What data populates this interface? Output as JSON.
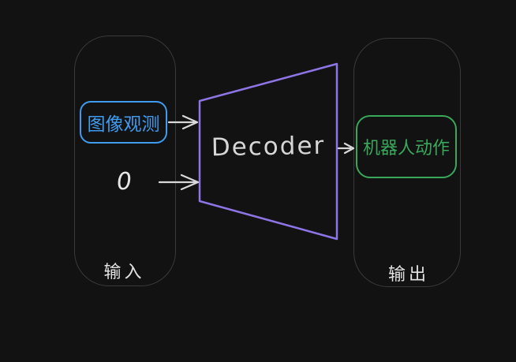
{
  "diagram": {
    "input_container": {
      "caption": "输入",
      "image_observation_node": {
        "label": "图像观测",
        "color": "#3f9bf0"
      },
      "zero_node": {
        "label": "0"
      }
    },
    "decoder_shape": {
      "label": "Decoder",
      "stroke": "#8d75e6"
    },
    "output_container": {
      "caption": "输出",
      "robot_action_node": {
        "label": "机器人动作",
        "color": "#39a85b"
      }
    },
    "arrows": {
      "color": "#d8d8d8",
      "image_obs_to_decoder": "arrow",
      "zero_to_decoder": "arrow",
      "decoder_to_action": "arrow"
    },
    "background": "#121212",
    "container_stroke": "#3a3a3a"
  }
}
